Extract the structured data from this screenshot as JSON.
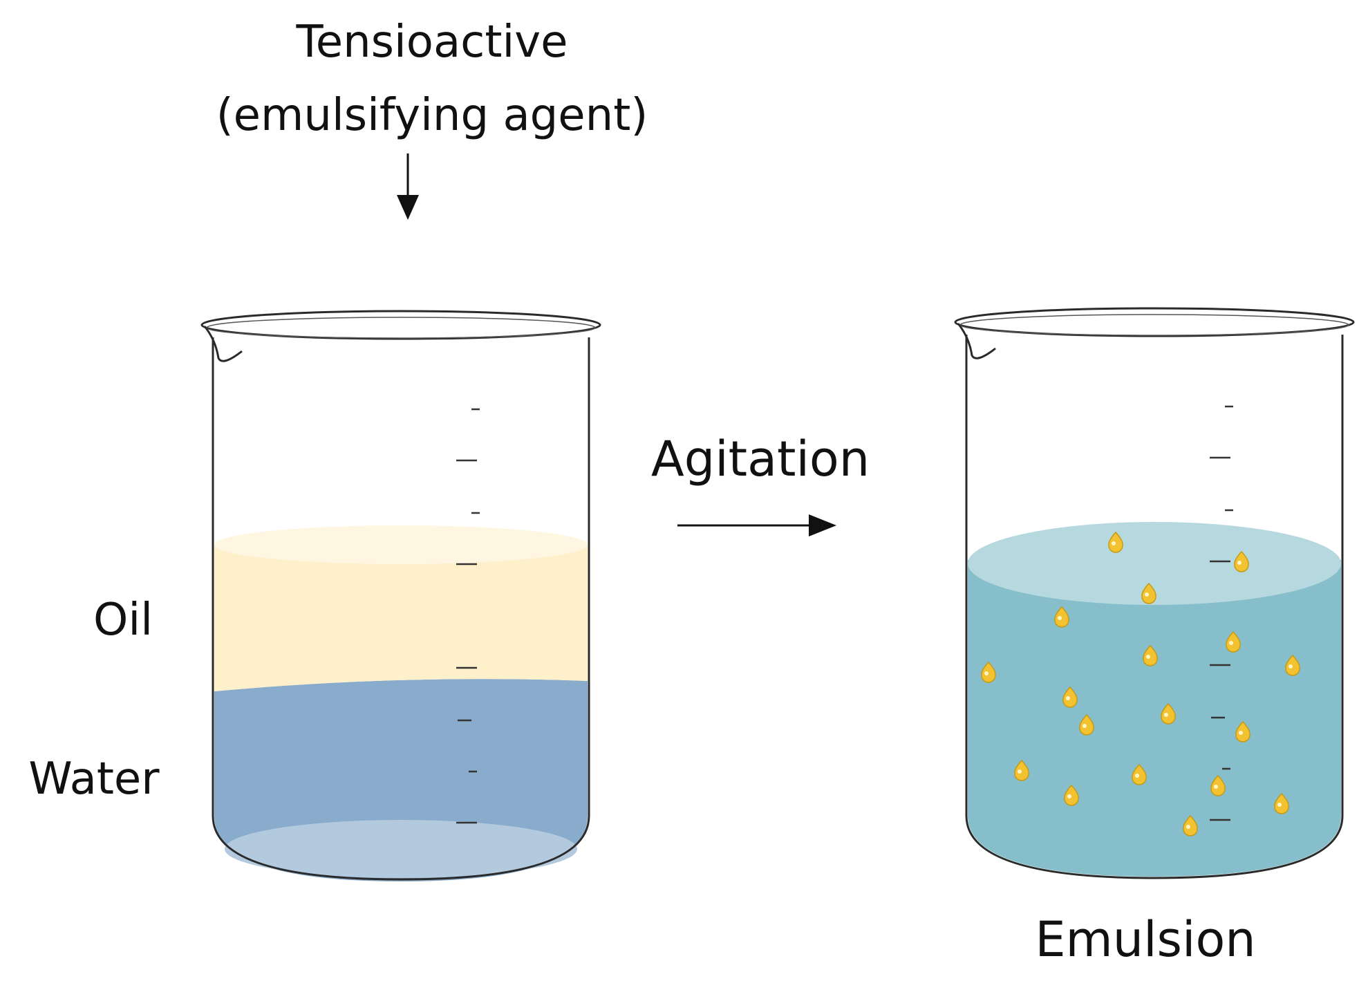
{
  "labels": {
    "additive_line1": "Tensioactive",
    "additive_line2": "(emulsifying agent)",
    "oil": "Oil",
    "water": "Water",
    "process": "Agitation",
    "result": "Emulsion"
  },
  "colors": {
    "oil_layer": "#fdf0ca",
    "oil_top": "#fef6e0",
    "water_layer": "#8aaccc",
    "water_bottom": "#b3c9de",
    "emulsion": "#86bfcb",
    "emulsion_top": "#b6d8df",
    "droplet": "#f2c230",
    "droplet_edge": "#c89a12",
    "outline": "#2a2a2a",
    "text": "#111111"
  },
  "icons": {
    "additive_arrow": "arrow-down-icon",
    "process_arrow": "arrow-right-icon",
    "droplet": "oil-droplet-icon"
  }
}
